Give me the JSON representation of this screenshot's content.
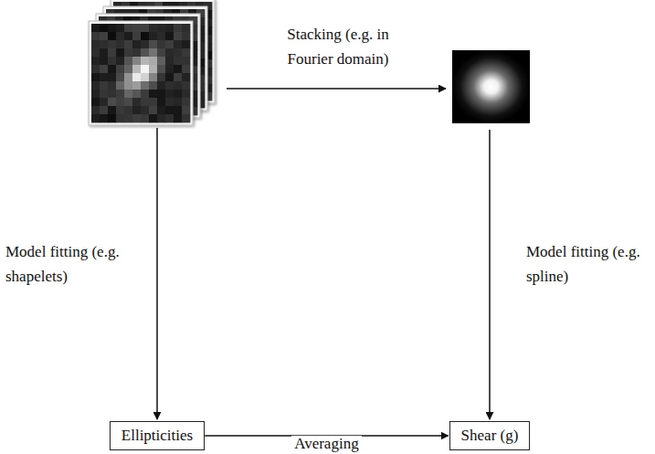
{
  "diagram": {
    "nodes": [
      {
        "text": [
          "Ellipticities"
        ]
      },
      {
        "text": [
          "Shear (g)"
        ]
      }
    ],
    "edges": [
      {
        "from": 0,
        "to": 1,
        "arrow": "to",
        "label": "Averaging"
      }
    ],
    "labels": [
      "Stacking (e.g. in Fourier domain)",
      "Model fitting (e.g. shapelets)",
      "Model fitting (e.g. spline)"
    ]
  }
}
